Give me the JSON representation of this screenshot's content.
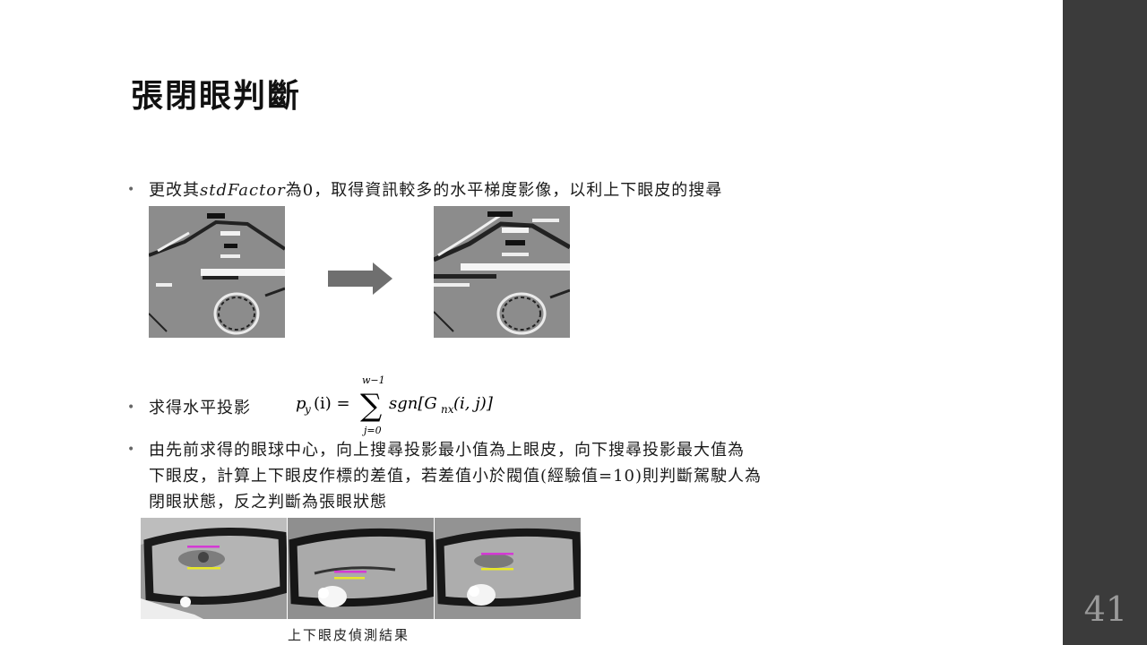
{
  "slide": {
    "title": "張閉眼判斷",
    "page_number": "41"
  },
  "bullets": {
    "b1_pre": "更改其",
    "b1_math": "stdFactor",
    "b1_post": "為0，取得資訊較多的水平梯度影像，以利上下眼皮的搜尋",
    "b2": "求得水平投影",
    "b3_line1": "由先前求得的眼球中心，向上搜尋投影最小值為上眼皮，向下搜尋投影最大值為",
    "b3_line2": "下眼皮，計算上下眼皮作標的差值，若差值小於閥值(經驗值=10)則判斷駕駛人為",
    "b3_line3": "閉眼狀態，反之判斷為張眼狀態"
  },
  "formula": {
    "lhs": "p",
    "lhs_sub": "y",
    "lhs_arg": "(i) =",
    "sum_upper": "w−1",
    "sum_lower": "j=0",
    "rhs_fn": "sgn[G",
    "rhs_sub": "nx",
    "rhs_arg": "(i, j)]"
  },
  "figures": {
    "eye_caption": "上下眼皮偵測結果"
  },
  "colors": {
    "sidebar": "#3b3b3b",
    "arrow": "#6f6f6f",
    "upper_lid_line": "#d43ad4",
    "lower_lid_line": "#e8e82a"
  }
}
